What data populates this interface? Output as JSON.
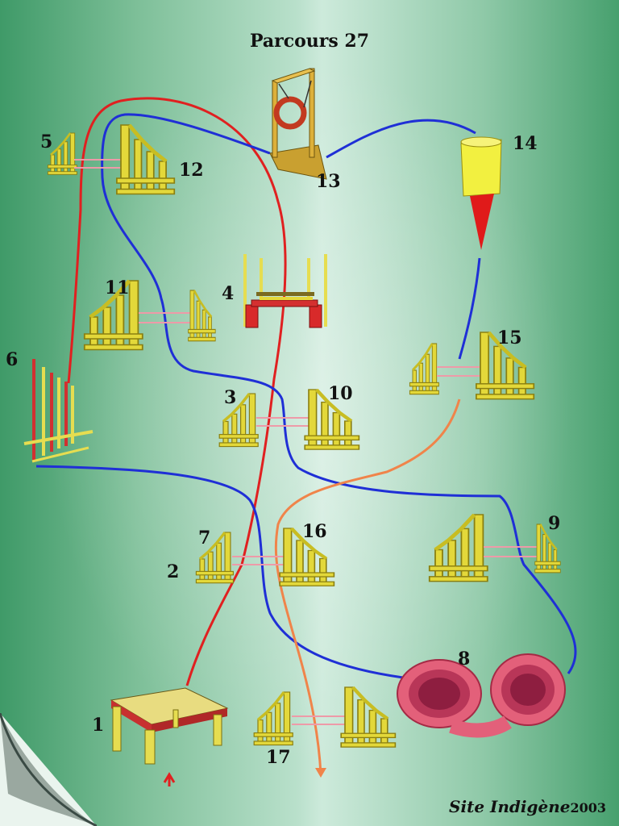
{
  "title": "Parcours 27",
  "footer": {
    "site": "Site Indigène",
    "year": "2003"
  },
  "colors": {
    "red_path": "#e02020",
    "blue_path": "#1f2fd6",
    "orange_path": "#f0844a",
    "obstacle_yellow": "#e8e040",
    "tunnel_pink": "#e85a78"
  },
  "obstacles": [
    {
      "number": "1",
      "type": "table-icon"
    },
    {
      "number": "2",
      "type": "hurdle-icon"
    },
    {
      "number": "3",
      "type": "hurdle-icon"
    },
    {
      "number": "4",
      "type": "hurdle-icon"
    },
    {
      "number": "5",
      "type": "hurdle-icon"
    },
    {
      "number": "6",
      "type": "weave-poles-icon"
    },
    {
      "number": "7",
      "type": "hurdle-icon"
    },
    {
      "number": "8",
      "type": "tunnel-icon"
    },
    {
      "number": "9",
      "type": "hurdle-icon"
    },
    {
      "number": "10",
      "type": "hurdle-icon"
    },
    {
      "number": "11",
      "type": "hurdle-icon"
    },
    {
      "number": "12",
      "type": "hurdle-icon"
    },
    {
      "number": "13",
      "type": "tire-icon"
    },
    {
      "number": "14",
      "type": "chute-icon"
    },
    {
      "number": "15",
      "type": "hurdle-icon"
    },
    {
      "number": "16",
      "type": "hurdle-icon"
    },
    {
      "number": "17",
      "type": "hurdle-icon"
    }
  ]
}
